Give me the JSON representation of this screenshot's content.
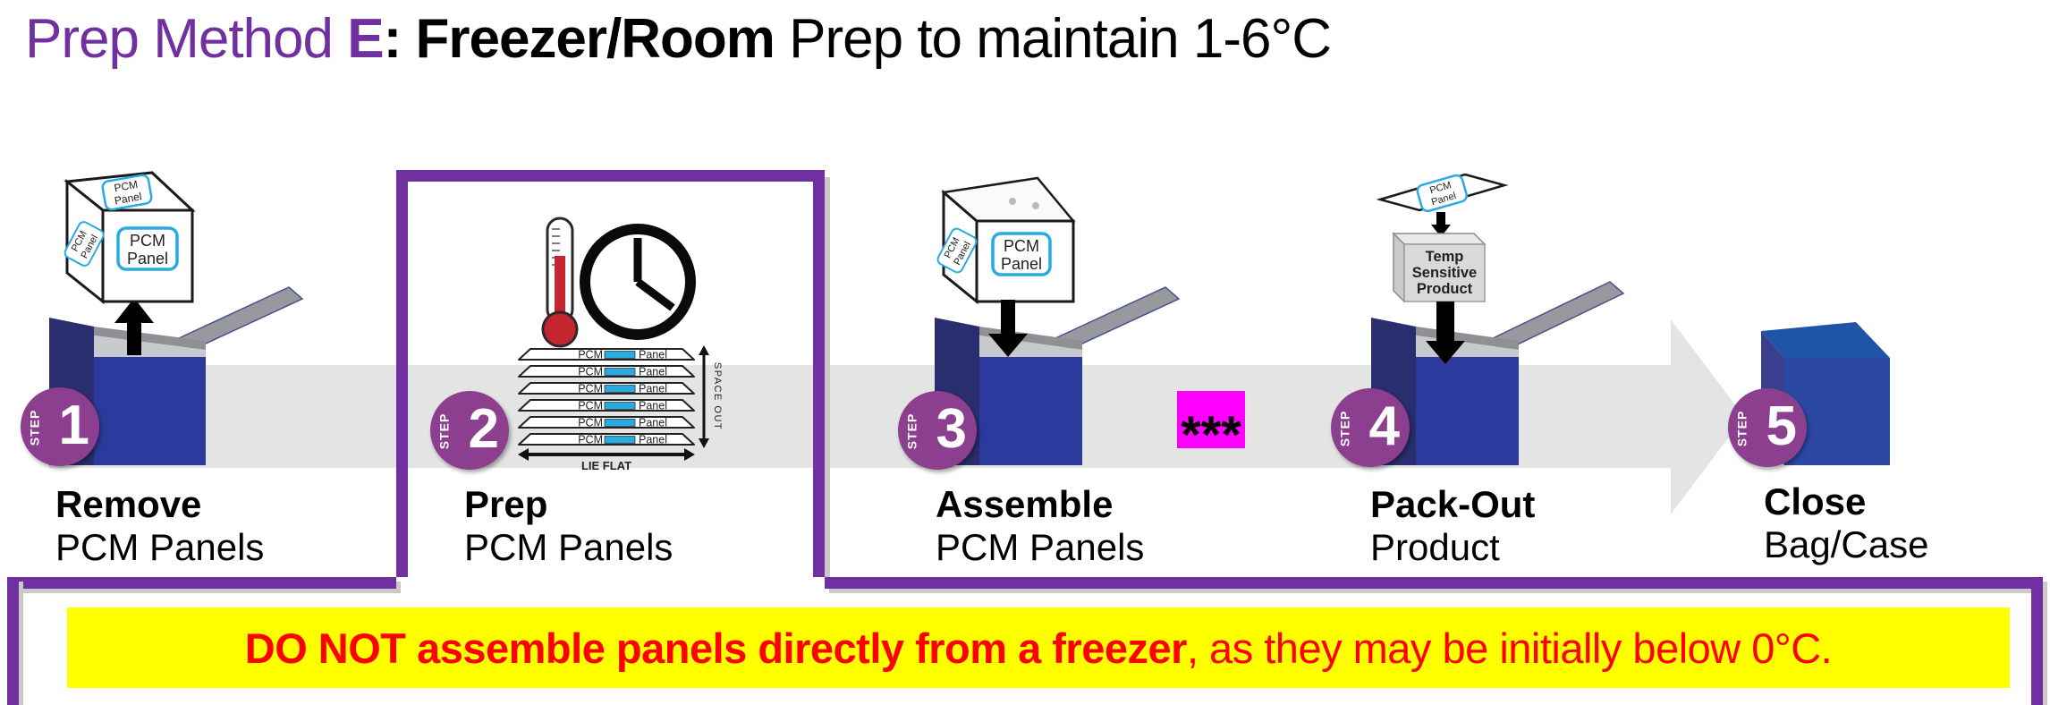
{
  "title": {
    "method_prefix": "Prep Method",
    "method_letter": " E",
    "colon": ": ",
    "mode_bold": "Freezer/Room",
    "suffix": " Prep to maintain 1-6°C"
  },
  "steps": [
    {
      "badge_word": "STEP",
      "number": "1",
      "title": "Remove",
      "subtitle": "PCM Panels"
    },
    {
      "badge_word": "STEP",
      "number": "2",
      "title": "Prep",
      "subtitle": "PCM Panels"
    },
    {
      "badge_word": "STEP",
      "number": "3",
      "title": "Assemble",
      "subtitle": "PCM Panels"
    },
    {
      "badge_word": "STEP",
      "number": "4",
      "title": "Pack-Out",
      "subtitle": "Product"
    },
    {
      "badge_word": "STEP",
      "number": "5",
      "title": "Close",
      "subtitle": "Bag/Case"
    }
  ],
  "panel_label": {
    "line1": "PCM",
    "line2": "Panel"
  },
  "panel_row": {
    "left": "PCM",
    "right": "Panel"
  },
  "step2_annotations": {
    "space_out": "SPACE OUT",
    "lie_flat": "LIE FLAT"
  },
  "temp_product": {
    "line1": "Temp",
    "line2": "Sensitive",
    "line3": "Product"
  },
  "asterisks": "***",
  "warning": {
    "bold": "DO NOT assemble panels directly from a freezer",
    "regular": ", as they may be initially below 0°C."
  },
  "colors": {
    "accent_purple": "#7030A0",
    "badge_purple": "#8C3F8F",
    "box_blue": "#2B3A9C",
    "box_flap_navy": "#2A2E6F",
    "cube_top_blue": "#1E55A8",
    "lid_gray": "#97999E",
    "band_gray": "#E4E4E4",
    "magenta": "#FF00FF",
    "banner_yellow": "#FFFF00",
    "warning_red": "#FF0000",
    "label_cyan": "#29ABE2",
    "thermometer_red": "#C4252E"
  }
}
